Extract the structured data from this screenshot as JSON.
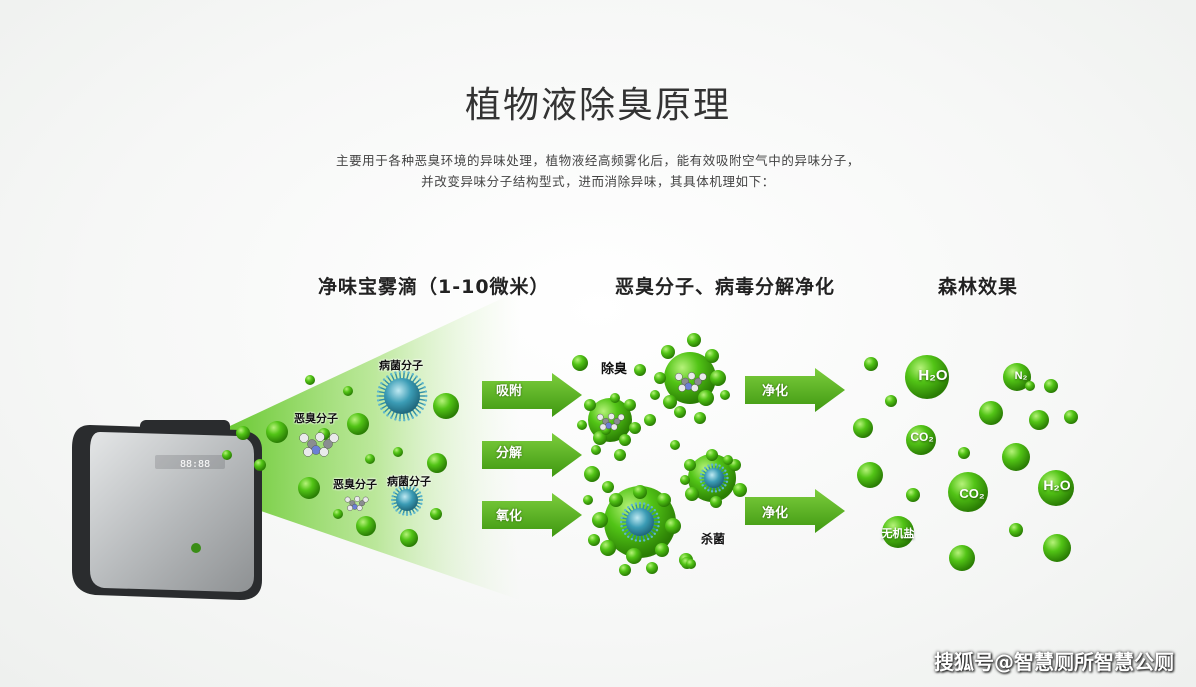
{
  "title": "植物液除臭原理",
  "intro": [
    "主要用于各种恶臭环境的异味处理，植物液经高频雾化后，能有效吸附空气中的异味分子，",
    "并改变异味分子结构型式，进而消除异味，其具体机理如下："
  ],
  "sections": {
    "mist": "净味宝雾滴（1-10微米）",
    "purify": "恶臭分子、病毒分解净化",
    "forest": "森林效果"
  },
  "molecule_labels": {
    "bacteria_top": "病菌分子",
    "odor_left": "恶臭分子",
    "odor_bottom": "恶臭分子",
    "bacteria_bottom": "病菌分子"
  },
  "arrows": {
    "adsorb": "吸附",
    "decompose": "分解",
    "oxidize": "氧化",
    "purify_top": "净化",
    "purify_bottom": "净化"
  },
  "cluster_labels": {
    "deodorize": "除臭",
    "sterilize": "杀菌"
  },
  "gases": {
    "h2o_top": "H₂O",
    "n2": "N₂",
    "co2_small": "CO₂",
    "co2_big": "CO₂",
    "h2o_right": "H₂O",
    "minerals": "无机盐"
  },
  "device": {
    "display": "88:88"
  },
  "watermark": "搜狐号@智慧厕所智慧公厕",
  "colors": {
    "green": "#4cbf12",
    "green_dark": "#2e8a05",
    "teal": "#2f8fa6",
    "arrow": "#5cb521",
    "device_body": "#c9cbcc",
    "device_frame": "#2a2c2e"
  }
}
